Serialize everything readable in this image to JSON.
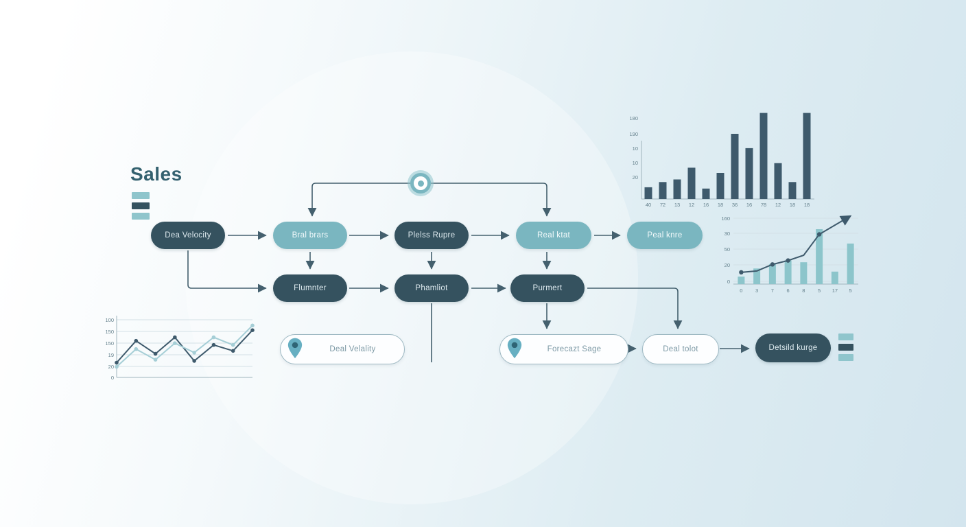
{
  "title": "Sales",
  "colors": {
    "accent_teal": "#7ab6c0",
    "accent_teal_light": "#8fc5cc",
    "dark_slate": "#35525f",
    "connector": "#44606e",
    "chart_dark": "#3e5a6c",
    "chart_teal": "#8cc5cb",
    "chart_teal_line": "#a5ced6",
    "outline_pill_border": "#9db8c2",
    "outline_pill_text": "#7b98a4",
    "title_color": "#34616f",
    "axis_color": "#9fb4bd",
    "grid_color": "#d3e0e6",
    "pin_color": "#67afc2",
    "pin_dot": "#2f6475"
  },
  "diagram": {
    "nodes": [
      {
        "id": "deal-velocity",
        "label": "Dea Velocity"
      },
      {
        "id": "bral-brars",
        "label": "Bral brars"
      },
      {
        "id": "plelss-rupre",
        "label": "Plelss Rupre"
      },
      {
        "id": "real-ktat",
        "label": "Real ktat"
      },
      {
        "id": "peal-knre",
        "label": "Peal knre"
      },
      {
        "id": "flumnter",
        "label": "Flumnter"
      },
      {
        "id": "phamliot",
        "label": "Phamliot"
      },
      {
        "id": "purmert",
        "label": "Purmert"
      },
      {
        "id": "deal-velality",
        "label": "Deal Velality"
      },
      {
        "id": "forecazt-sage",
        "label": "Forecazt Sage"
      },
      {
        "id": "deal-tolot",
        "label": "Deal tolot"
      },
      {
        "id": "detsild-kurge",
        "label": "Detsild kurge"
      }
    ]
  },
  "chart_data": [
    {
      "type": "bar",
      "title": "",
      "y_tick_labels": [
        "180",
        "190",
        "10",
        "10",
        "20"
      ],
      "x_tick_labels": [
        "40",
        "72",
        "13",
        "12",
        "16",
        "18",
        "36",
        "16",
        "78",
        "12",
        "18",
        "18"
      ],
      "values": [
        18,
        26,
        30,
        48,
        16,
        40,
        100,
        78,
        132,
        55,
        26,
        132
      ],
      "ylim": [
        0,
        140
      ],
      "grid": false,
      "legend": "none"
    },
    {
      "type": "bar+line",
      "title": "",
      "y_tick_labels": [
        "160",
        "30",
        "50",
        "20",
        "0"
      ],
      "x_tick_labels": [
        "0",
        "3",
        "7",
        "6",
        "8",
        "5",
        "17",
        "5"
      ],
      "bar_values": [
        12,
        25,
        32,
        38,
        35,
        88,
        20,
        65
      ],
      "line_values": [
        18,
        20,
        30,
        36,
        44,
        76,
        90,
        104
      ],
      "ylim": [
        0,
        110
      ],
      "grid": true,
      "legend": "none"
    },
    {
      "type": "line",
      "title": "",
      "y_tick_labels": [
        "100",
        "150",
        "150",
        "19",
        "20",
        "0"
      ],
      "series": [
        {
          "name": "dark",
          "values": [
            25,
            62,
            40,
            68,
            28,
            55,
            45,
            80
          ]
        },
        {
          "name": "teal",
          "values": [
            18,
            48,
            30,
            58,
            42,
            68,
            55,
            88
          ]
        }
      ],
      "ylim": [
        0,
        100
      ],
      "grid": true,
      "legend": "none"
    }
  ]
}
